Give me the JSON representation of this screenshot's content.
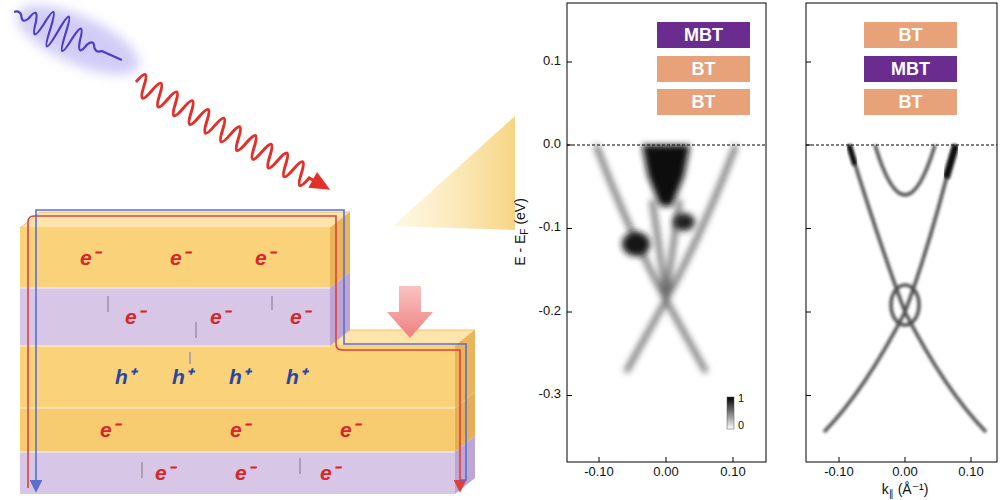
{
  "diagram": {
    "nodes": [
      {
        "text": [
          "MBT"
        ]
      },
      {
        "text": [
          "BT"
        ]
      },
      {
        "text": [
          "BT"
        ]
      },
      {
        "text": [
          "BT"
        ]
      },
      {
        "text": [
          "MBT"
        ]
      },
      {
        "text": [
          "BT"
        ]
      }
    ],
    "labels": [
      "e⁻",
      "e⁻",
      "e⁻",
      "e⁻",
      "e⁻",
      "e⁻",
      "h⁺",
      "h⁺",
      "h⁺",
      "h⁺",
      "e⁻",
      "e⁻",
      "e⁻",
      "e⁻",
      "e⁻",
      "e⁻",
      "0.1",
      "0.0",
      "-0.1",
      "-0.2",
      "-0.3",
      "E - E",
      "F",
      "(eV)",
      "1",
      "0",
      "-0.10",
      "0.00",
      "0.10",
      "-0.10",
      "0.00",
      "0.10",
      "k",
      "∥",
      "(Å⁻¹)"
    ]
  }
}
